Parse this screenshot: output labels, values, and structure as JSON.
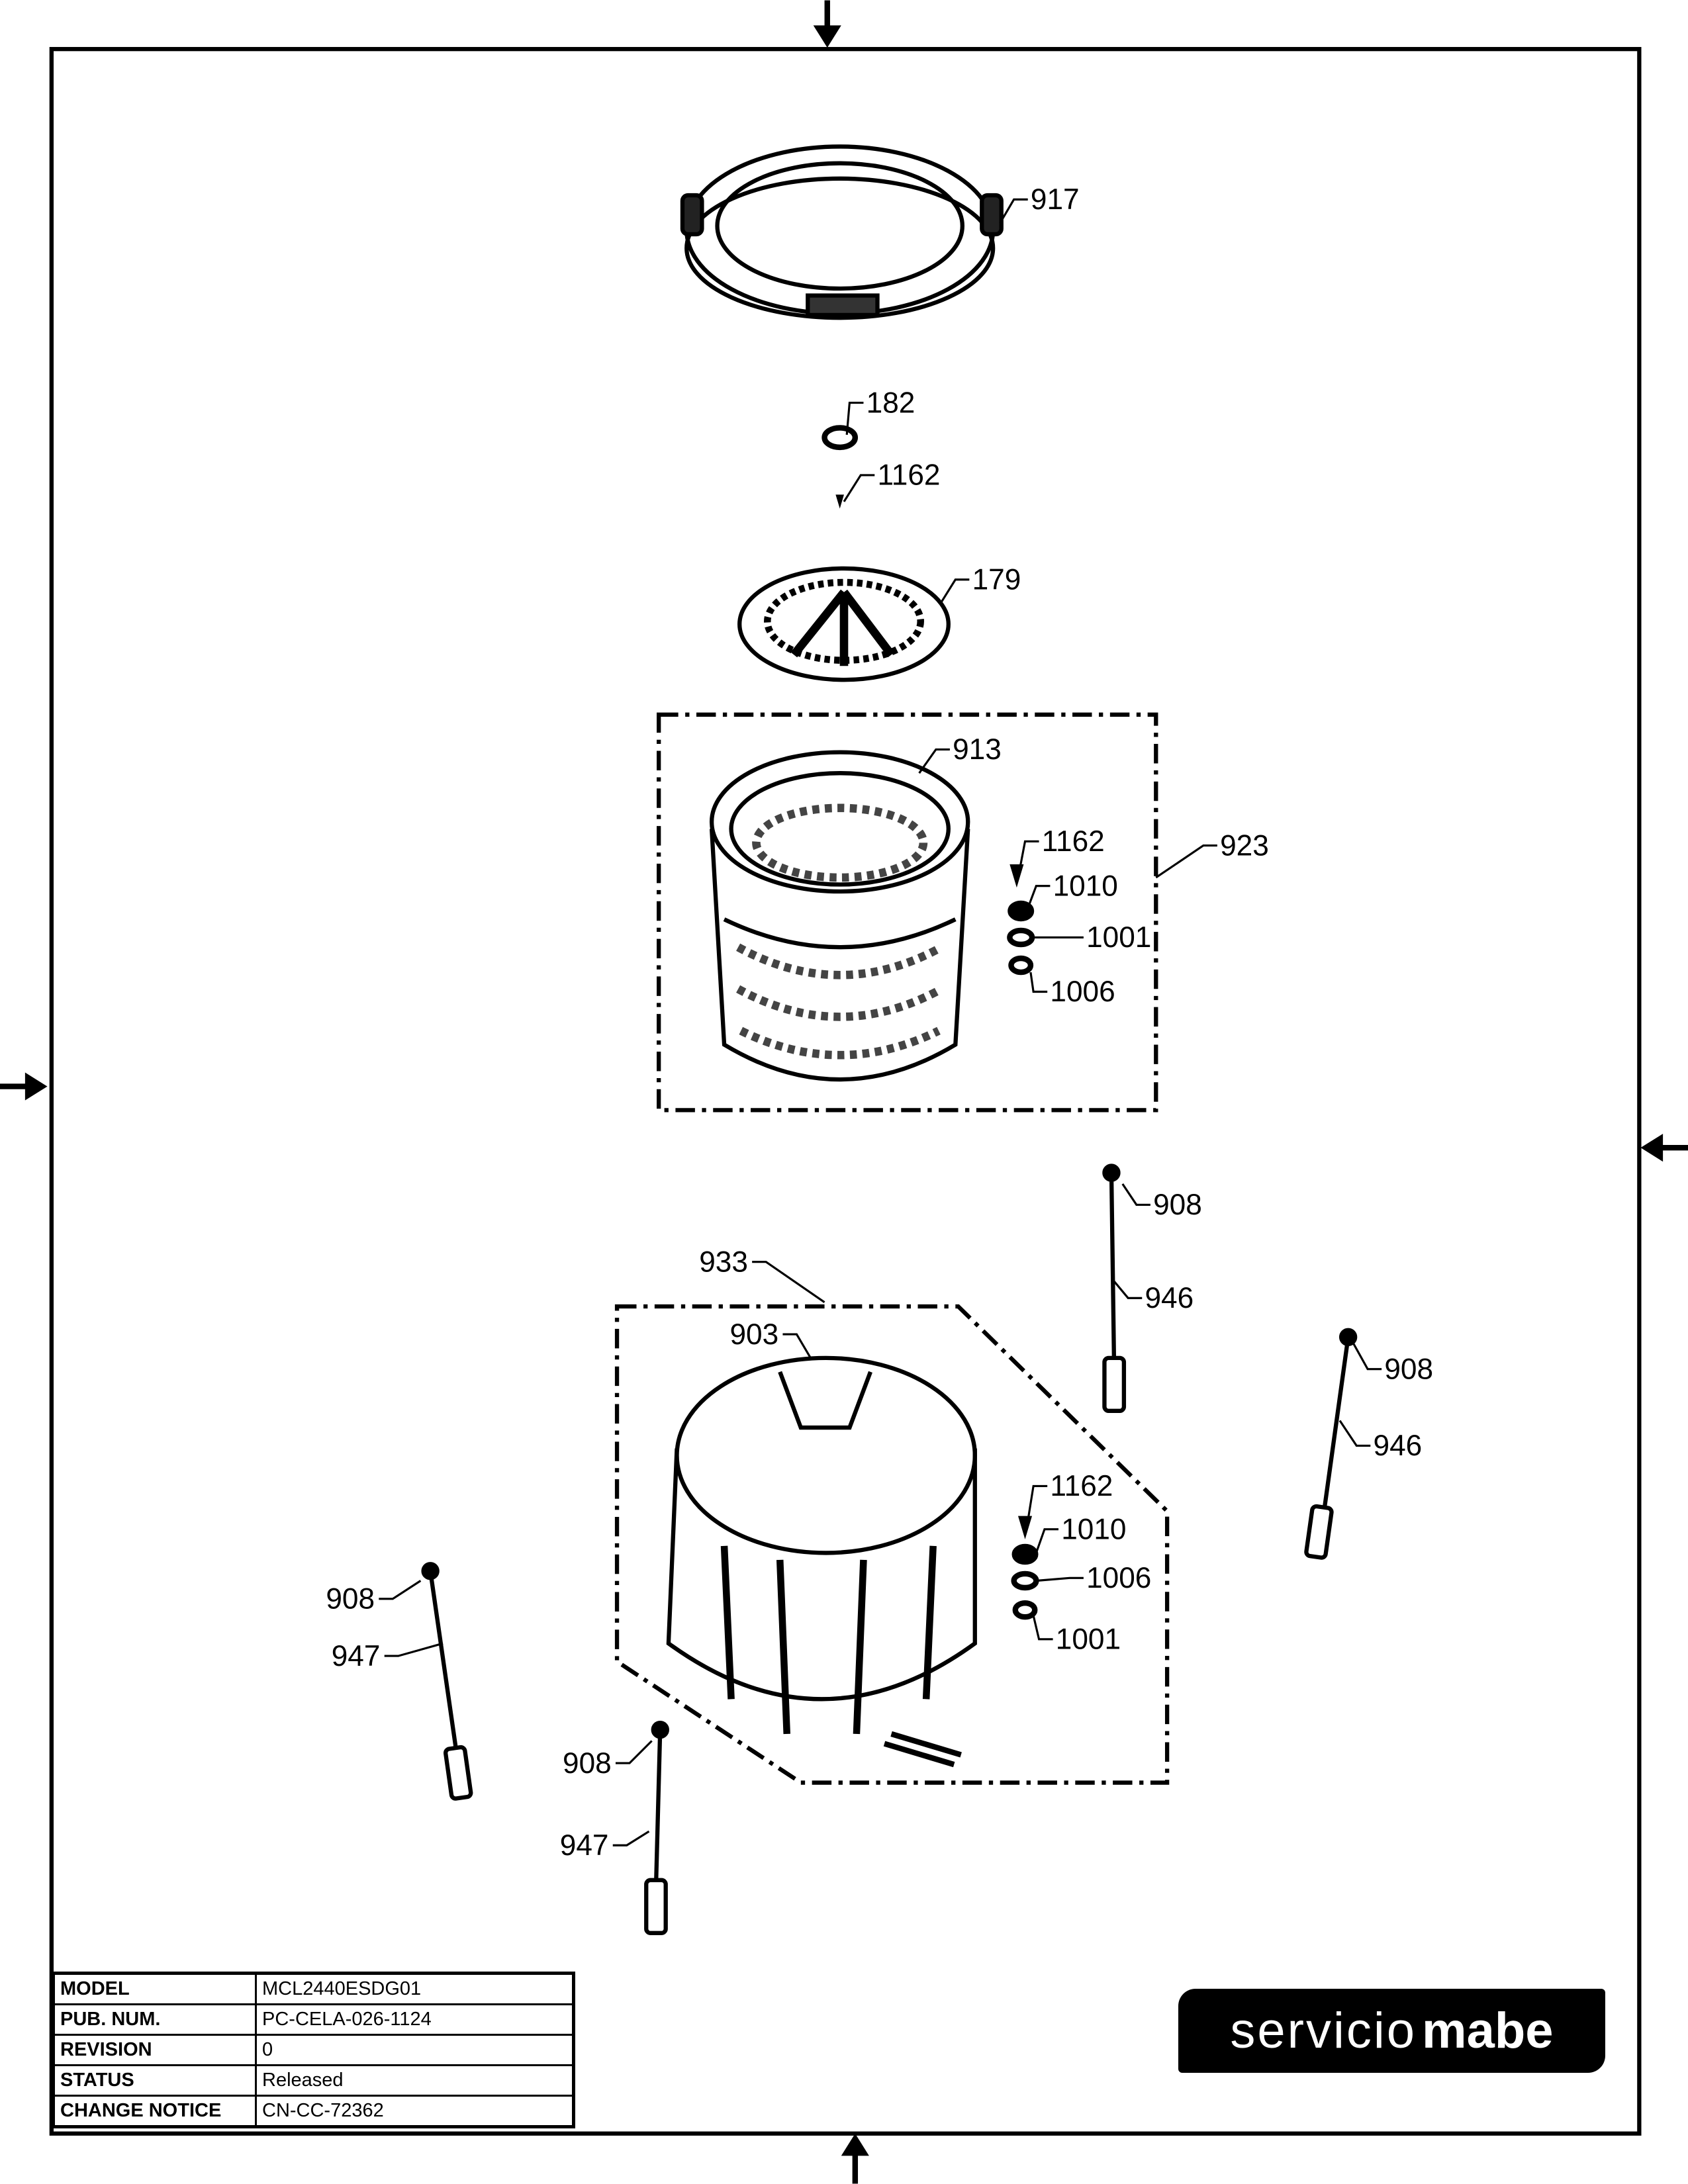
{
  "callouts": [
    "917",
    "182",
    "1162",
    "179",
    "913",
    "1162",
    "1010",
    "1001",
    "1006",
    "923",
    "908",
    "946",
    "908",
    "946",
    "933",
    "903",
    "1162",
    "1010",
    "1006",
    "1001",
    "908",
    "947",
    "908",
    "947"
  ],
  "info_table": [
    {
      "key": "MODEL",
      "value": "MCL2440ESDG01"
    },
    {
      "key": "PUB. NUM.",
      "value": "PC-CELA-026-1124"
    },
    {
      "key": "REVISION",
      "value": "0"
    },
    {
      "key": "STATUS",
      "value": "Released"
    },
    {
      "key": "CHANGE NOTICE",
      "value": "CN-CC-72362"
    }
  ],
  "logo": {
    "light": "servicio",
    "bold": "mabe"
  }
}
